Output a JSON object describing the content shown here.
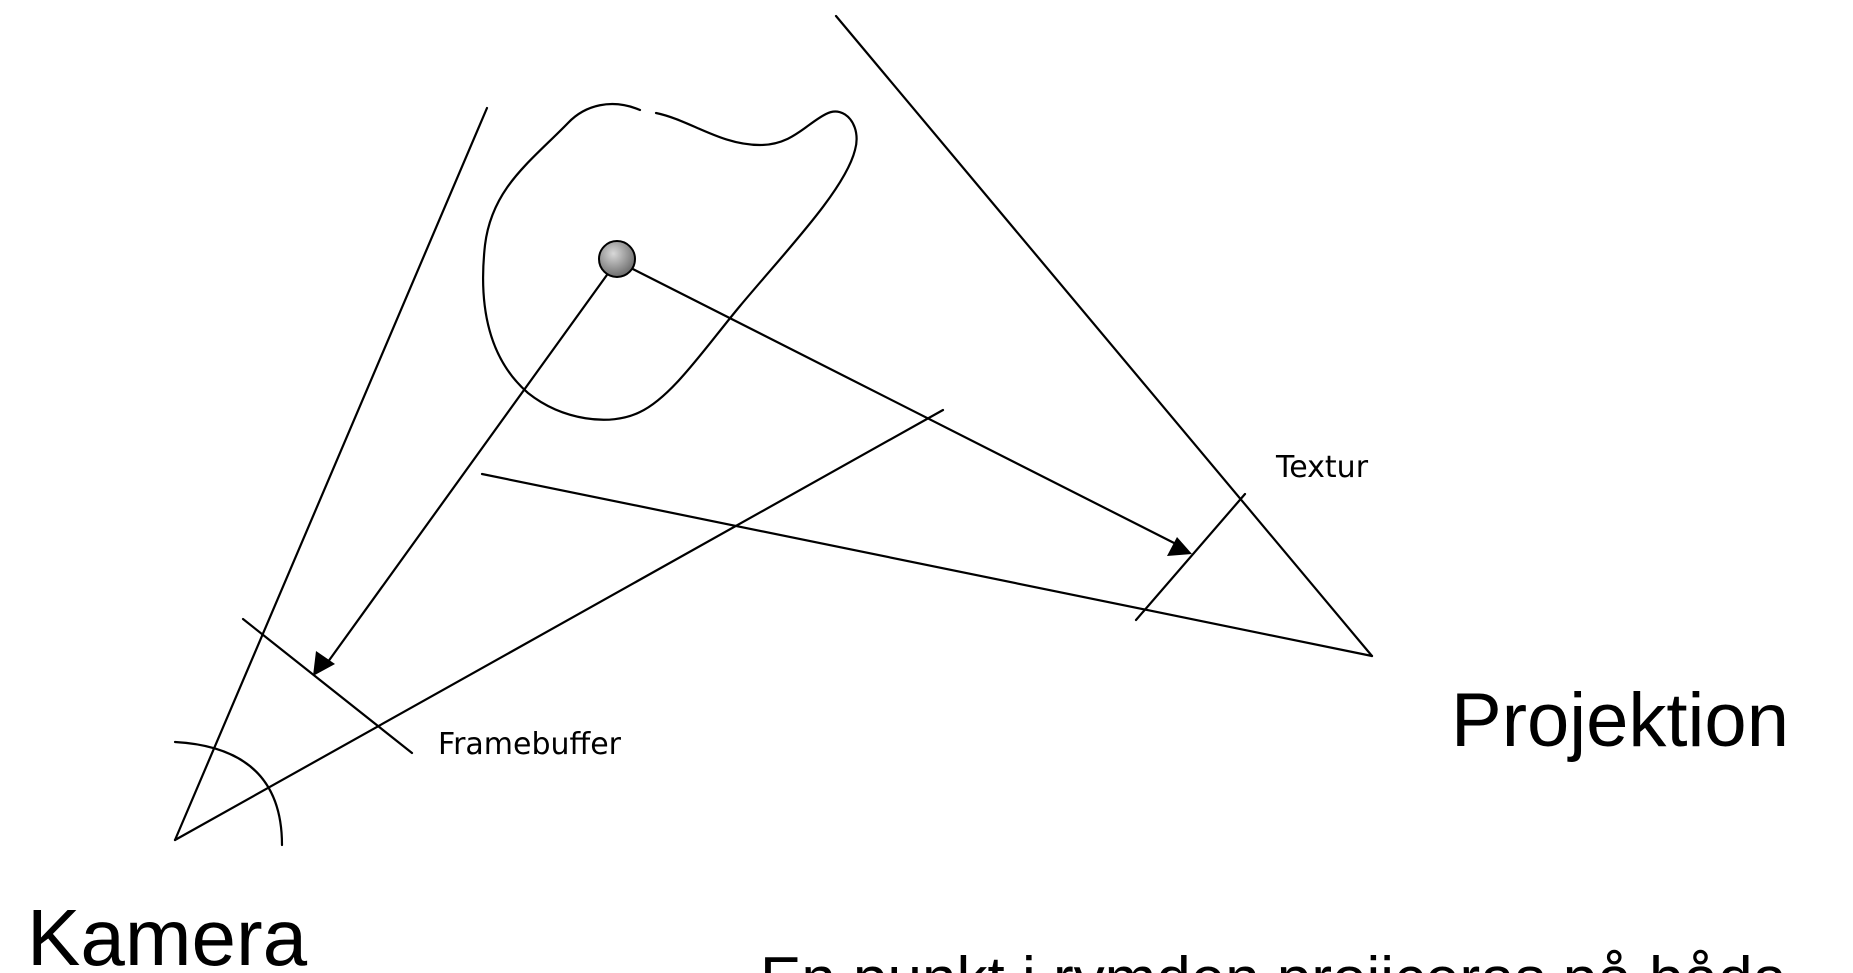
{
  "labels": {
    "texture": "Textur",
    "framebuffer": "Framebuffer",
    "projection": "Projektion",
    "camera": "Kamera",
    "caption": "En punkt i rymden projiceras på båda"
  },
  "colors": {
    "line": "#000000",
    "point_fill": "#8a8a8a",
    "background": "#ffffff"
  },
  "icons": {
    "point": "space-point-icon",
    "arrowhead": "arrowhead-icon"
  }
}
